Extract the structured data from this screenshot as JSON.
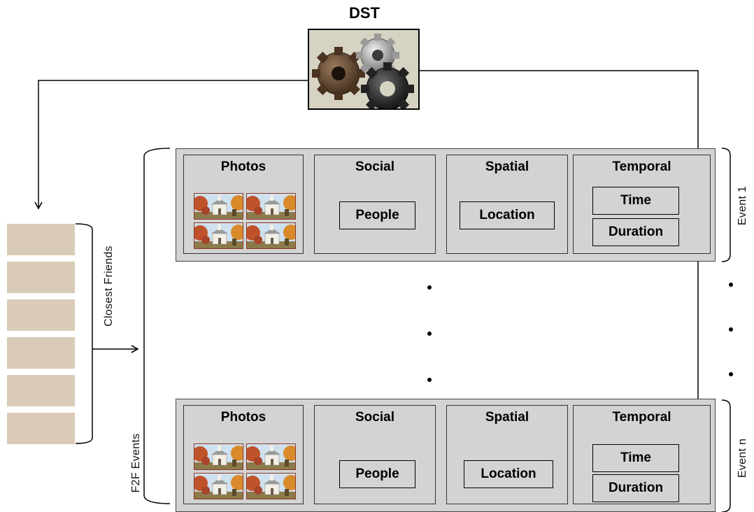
{
  "dst": {
    "title": "DST",
    "icon": "gears-icon"
  },
  "friends": {
    "label": "Closest Friends",
    "slots": 6,
    "color": "#d9cbb7"
  },
  "f2f": {
    "label": "F2F Events"
  },
  "events": [
    {
      "label": "Event 1",
      "cells": {
        "photos": "Photos",
        "social": "Social",
        "social_item": "People",
        "spatial": "Spatial",
        "spatial_item": "Location",
        "temporal": "Temporal",
        "temporal_items": [
          "Time",
          "Duration"
        ]
      }
    },
    {
      "label": "Event n",
      "cells": {
        "photos": "Photos",
        "social": "Social",
        "social_item": "People",
        "spatial": "Spatial",
        "spatial_item": "Location",
        "temporal": "Temporal",
        "temporal_items": [
          "Time",
          "Duration"
        ]
      }
    }
  ],
  "colors": {
    "event_bg": "#d3d3d3",
    "dst_bg": "#d6d3c3"
  }
}
